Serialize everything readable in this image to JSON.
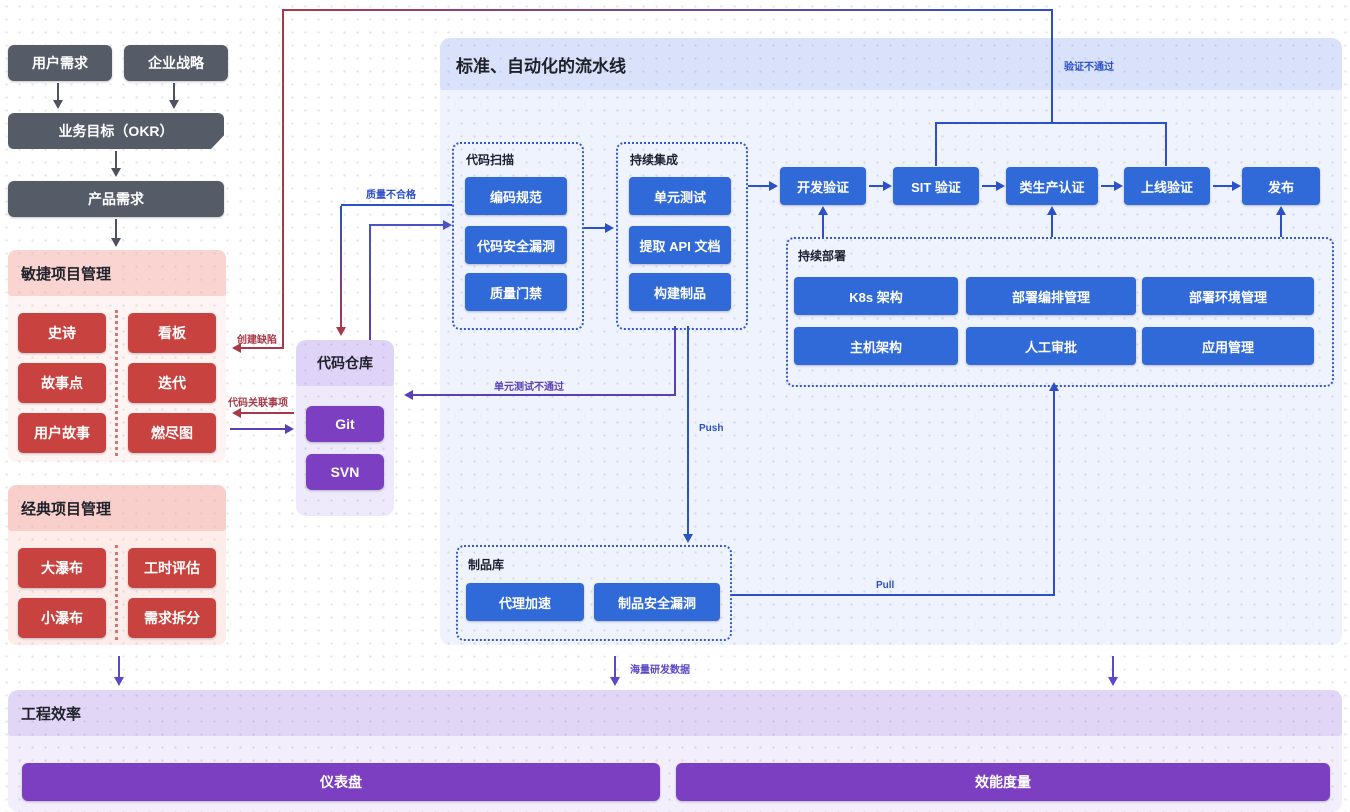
{
  "strategy": {
    "user_demand": "用户需求",
    "enterprise_strategy": "企业战略",
    "okr": "业务目标（OKR）",
    "product_demand": "产品需求"
  },
  "agile": {
    "title": "敏捷项目管理",
    "items": [
      "史诗",
      "看板",
      "故事点",
      "迭代",
      "用户故事",
      "燃尽图"
    ]
  },
  "classic": {
    "title": "经典项目管理",
    "items": [
      "大瀑布",
      "工时评估",
      "小瀑布",
      "需求拆分"
    ]
  },
  "code_repo": {
    "title": "代码仓库",
    "items": [
      "Git",
      "SVN"
    ]
  },
  "pipeline": {
    "title": "标准、自动化的流水线",
    "code_scan": {
      "title": "代码扫描",
      "items": [
        "编码规范",
        "代码安全漏洞",
        "质量门禁"
      ]
    },
    "ci": {
      "title": "持续集成",
      "items": [
        "单元测试",
        "提取 API 文档",
        "构建制品"
      ]
    },
    "stages": [
      "开发验证",
      "SIT 验证",
      "类生产认证",
      "上线验证",
      "发布"
    ],
    "cd": {
      "title": "持续部署",
      "items": [
        "K8s 架构",
        "部署编排管理",
        "部署环境管理",
        "主机架构",
        "人工审批",
        "应用管理"
      ]
    },
    "artifact_repo": {
      "title": "制品库",
      "items": [
        "代理加速",
        "制品安全漏洞"
      ]
    }
  },
  "engineering": {
    "title": "工程效率",
    "bars": [
      "仪表盘",
      "效能度量"
    ]
  },
  "edge_labels": {
    "create_defect": "创建缺陷",
    "code_link": "代码关联事项",
    "quality_fail": "质量不合格",
    "unit_test_fail": "单元测试不通过",
    "verify_fail": "验证不通过",
    "push": "Push",
    "pull": "Pull",
    "mass_data": "海量研发数据"
  },
  "colors": {
    "dark_box": "#565b68",
    "red_box": "#c8433f",
    "blue_box": "#3069d8",
    "purple_box": "#7d3fc2",
    "edge_blue": "#2b50c8",
    "edge_red": "#a83a48",
    "edge_purple": "#5b3fb5",
    "pink_section": "#f9d8d5",
    "blue_section": "#dfe6f7",
    "lavender_section": "#e8e0f8"
  }
}
